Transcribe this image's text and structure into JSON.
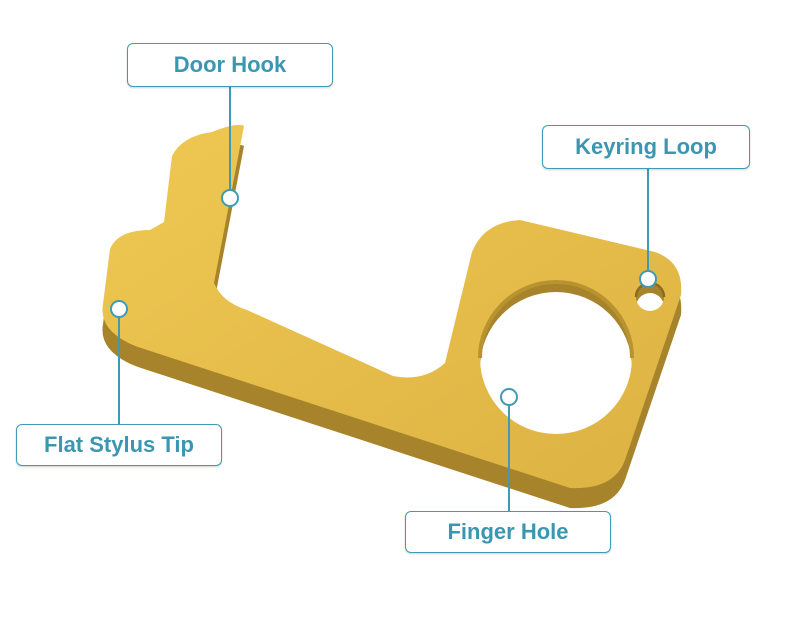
{
  "colors": {
    "accent": "#3e9bb5",
    "label_text": "#3b97b1",
    "brass": "#e8c04b",
    "brass_dark": "#a9862b"
  },
  "labels": {
    "door_hook": "Door Hook",
    "keyring_loop": "Keyring Loop",
    "flat_stylus_tip": "Flat Stylus Tip",
    "finger_hole": "Finger Hole"
  }
}
